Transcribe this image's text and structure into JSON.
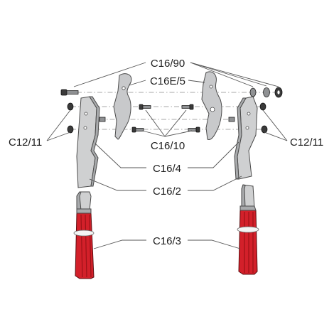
{
  "parts": {
    "connecting_hardware": "C16/90",
    "anvil_blade": "C16E/5",
    "screws": "C16/10",
    "left_bolts_nuts": "C12/11",
    "right_bolts_nuts": "C12/11",
    "cutting_head_plates": "C16/4",
    "handle_tubes": "C16/2",
    "grips": "C16/3"
  },
  "colors": {
    "grip": "#d3202a",
    "metal": "#cfd0d1",
    "outline": "#4a4a4a"
  }
}
